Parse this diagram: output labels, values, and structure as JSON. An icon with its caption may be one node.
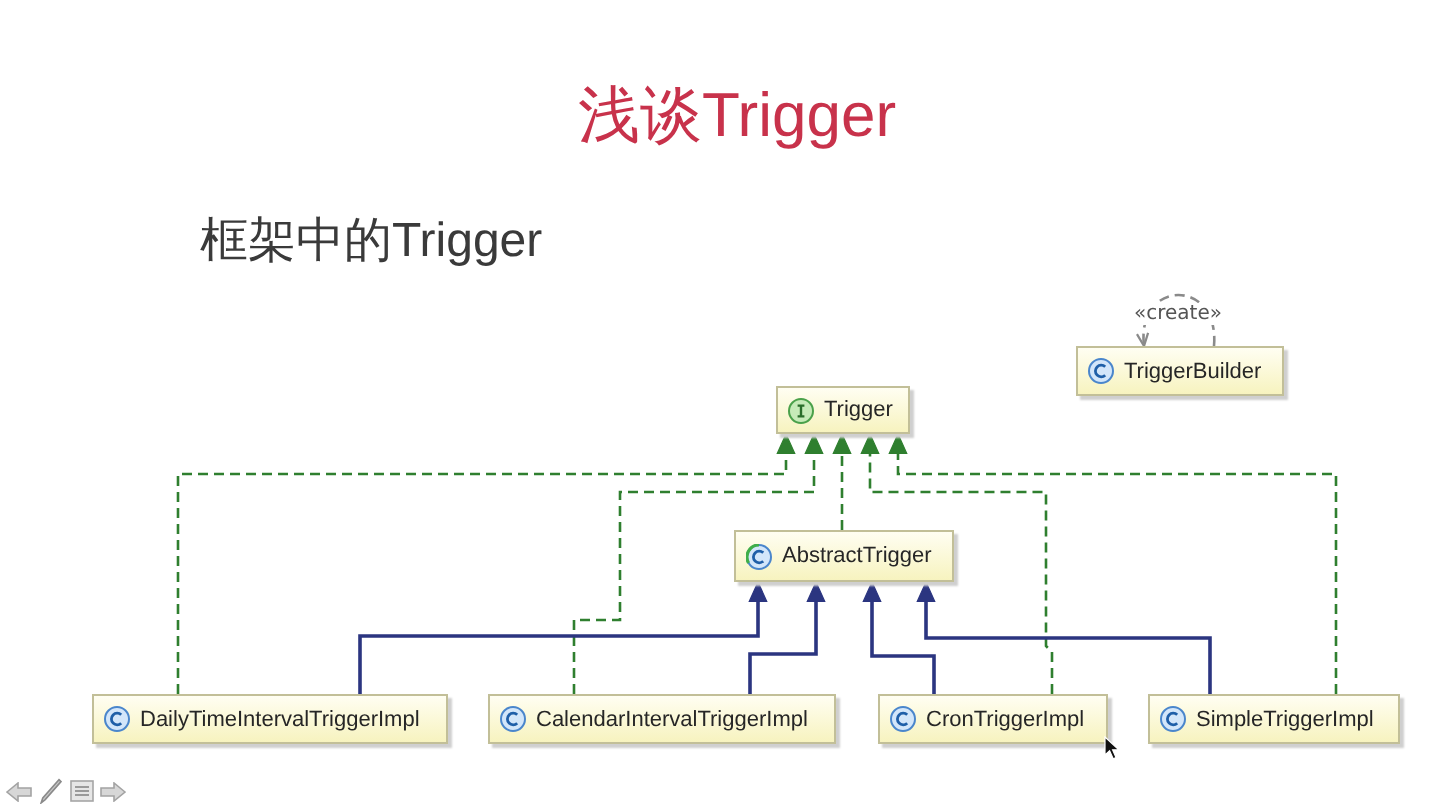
{
  "diagram": {
    "title": "浅谈Trigger",
    "nodes": [
      {
        "text": [
          "TriggerBuilder"
        ]
      },
      {
        "text": [
          "Trigger"
        ]
      },
      {
        "text": [
          "AbstractTrigger"
        ]
      },
      {
        "text": [
          "DailyTimeIntervalTriggerImpl"
        ]
      },
      {
        "text": [
          "CalendarIntervalTriggerImpl"
        ]
      },
      {
        "text": [
          "CronTriggerImpl"
        ]
      },
      {
        "text": [
          "SimpleTriggerImpl"
        ]
      }
    ],
    "edges": [
      {
        "from": 0,
        "to": 0,
        "arrow": "to",
        "label": "«create»",
        "style": "dashed",
        "color": "#8a8a8a"
      },
      {
        "from": 2,
        "to": 1,
        "arrow": "to",
        "style": "dashed"
      },
      {
        "from": 3,
        "to": 1,
        "arrow": "to",
        "style": "dashed"
      },
      {
        "from": 4,
        "to": 1,
        "arrow": "to",
        "style": "dashed"
      },
      {
        "from": 5,
        "to": 1,
        "arrow": "to",
        "style": "dashed"
      },
      {
        "from": 6,
        "to": 1,
        "arrow": "to",
        "style": "dashed"
      },
      {
        "from": 3,
        "to": 2,
        "arrow": "to",
        "color": "#2b3580"
      },
      {
        "from": 4,
        "to": 2,
        "arrow": "to",
        "color": "#2b3580"
      },
      {
        "from": 5,
        "to": 2,
        "arrow": "to",
        "color": "#2b3580"
      },
      {
        "from": 6,
        "to": 2,
        "arrow": "to",
        "color": "#2b3580"
      }
    ],
    "labels": [
      "框架中的Trigger"
    ]
  }
}
